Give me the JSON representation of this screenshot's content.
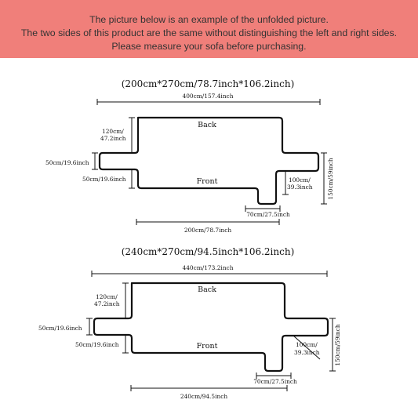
{
  "banner": {
    "lines": [
      "The picture below is an example of the unfolded picture.",
      "The two sides of this product are the same without distinguishing the left and right sides.",
      "Please measure your sofa before purchasing."
    ],
    "color": "#f07f7a"
  },
  "diagrams": [
    {
      "title": "(200cm*270cm/78.7inch*106.2inch)",
      "top_width": "400cm/157.4inch",
      "back_height_1": "120cm/",
      "back_height_2": "47.2inch",
      "arm_height": "50cm/19.6inch",
      "front_arm_height": "50cm/19.6inch",
      "right_depth_1": "100cm/",
      "right_depth_2": "39.3inch",
      "right_height": "150cm/59inch",
      "tab_width": "70cm/27.5inch",
      "bottom_width": "200cm/78.7inch",
      "back_label": "Back",
      "front_label": "Front"
    },
    {
      "title": "(240cm*270cm/94.5inch*106.2inch)",
      "top_width": "440cm/173.2inch",
      "back_height_1": "120cm/",
      "back_height_2": "47.2inch",
      "arm_height": "50cm/19.6inch",
      "front_arm_height": "50cm/19.6inch",
      "right_depth_1": "100cm/",
      "right_depth_2": "39.3inch",
      "right_height": "150cm/59inch",
      "tab_width": "70cm/27.5inch",
      "bottom_width": "240cm/94.5inch",
      "back_label": "Back",
      "front_label": "Front"
    }
  ]
}
